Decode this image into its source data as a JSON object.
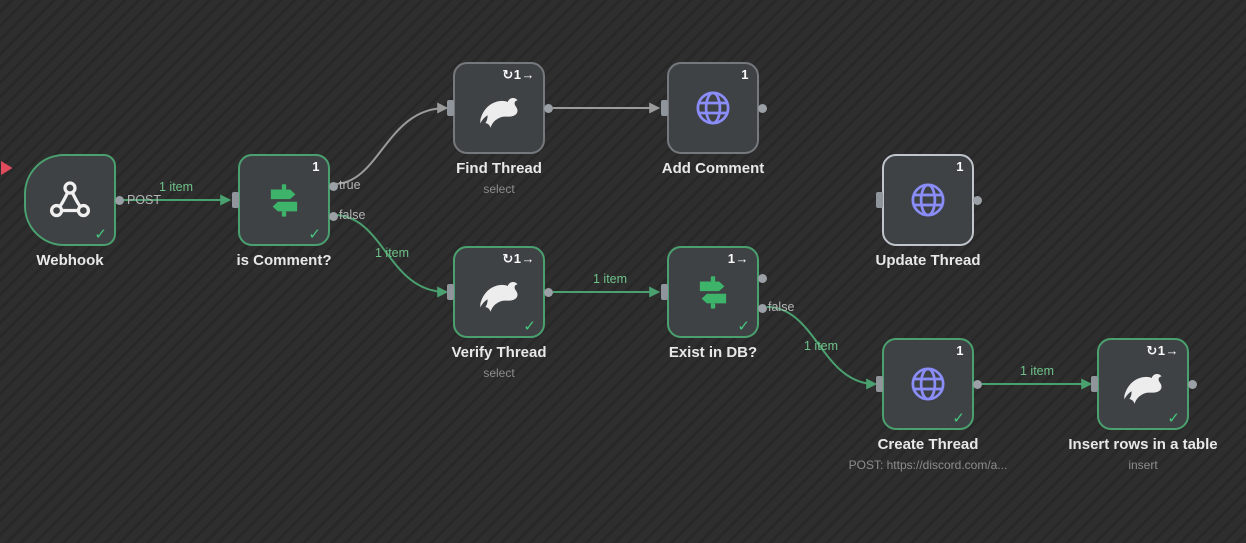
{
  "nodes": [
    {
      "name": "Webhook",
      "sub": "",
      "badge": "",
      "icon": "webhook",
      "executed": true
    },
    {
      "name": "is Comment?",
      "sub": "",
      "badge": "1",
      "icon": "switch",
      "executed": true
    },
    {
      "name": "Find Thread",
      "sub": "select",
      "badge": "↻1→",
      "icon": "mysql",
      "executed": false
    },
    {
      "name": "Add Comment",
      "sub": "",
      "badge": "1",
      "icon": "globe",
      "executed": false
    },
    {
      "name": "Update Thread",
      "sub": "",
      "badge": "1",
      "icon": "globe",
      "executed": false
    },
    {
      "name": "Verify Thread",
      "sub": "select",
      "badge": "↻1→",
      "icon": "mysql",
      "executed": true
    },
    {
      "name": "Exist in DB?",
      "sub": "",
      "badge": "1→",
      "icon": "switch",
      "executed": true
    },
    {
      "name": "Create Thread",
      "sub": "POST: https://discord.com/a...",
      "badge": "1",
      "icon": "globe",
      "executed": true
    },
    {
      "name": "Insert rows in a table",
      "sub": "insert",
      "badge": "↻1→",
      "icon": "mysql",
      "executed": true
    }
  ],
  "connection_labels": [
    {
      "text": "POST"
    },
    {
      "text": "1 item"
    },
    {
      "text": "true"
    },
    {
      "text": "false"
    },
    {
      "text": "1 item"
    },
    {
      "text": "1 item"
    },
    {
      "text": "false"
    },
    {
      "text": "1 item"
    },
    {
      "text": "1 item"
    }
  ],
  "icons": {
    "check_glyph": "✓"
  },
  "colors": {
    "success_green": "#46a971",
    "connection_gray": "#9b9b9b",
    "http_purple": "#8a8cf8",
    "switch_green": "#3eb36a",
    "node_bg": "#3f4245",
    "canvas_bg": "#2c2c2c"
  }
}
